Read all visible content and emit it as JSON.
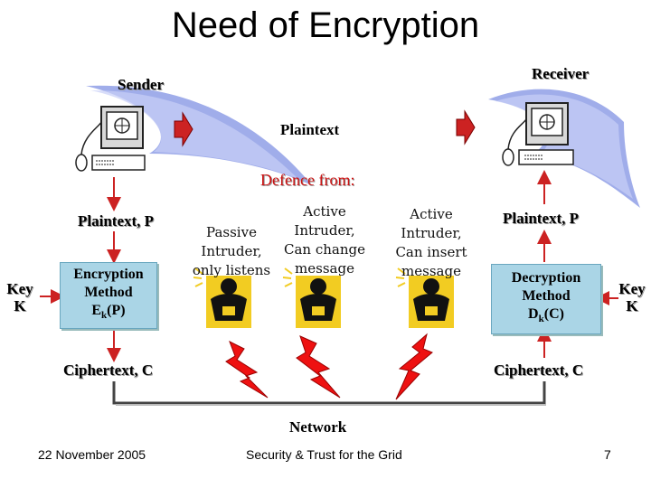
{
  "slide": {
    "title": "Need of Encryption",
    "sender": "Sender",
    "receiver": "Receiver",
    "plaintext_top": "Plaintext",
    "defence": "Defence from:",
    "network": "Network"
  },
  "left": {
    "plaintext": "Plaintext, P",
    "key_line1": "Key",
    "key_line2": "K",
    "method_line1": "Encryption",
    "method_line2": "Method",
    "method_func": "E",
    "method_sub": "k",
    "method_arg": "(P)",
    "ciphertext": "Ciphertext, C"
  },
  "right": {
    "plaintext": "Plaintext, P",
    "key_line1": "Key",
    "key_line2": "K",
    "method_line1": "Decryption",
    "method_line2": "Method",
    "method_func": "D",
    "method_sub": "k",
    "method_arg": "(C)",
    "ciphertext": "Ciphertext, C"
  },
  "intruders": {
    "passive": [
      "Passive",
      "Intruder,",
      "only listens"
    ],
    "active_change": [
      "Active",
      "Intruder,",
      "Can change",
      "message"
    ],
    "active_insert": [
      "Active",
      "Intruder,",
      "Can insert",
      "message"
    ]
  },
  "footer": {
    "date": "22 November 2005",
    "center": "Security & Trust for the Grid",
    "page": "7"
  },
  "colors": {
    "box": "#aad5e6",
    "arrow": "#cc2222",
    "lightning": "#ee1111",
    "intruder": "#f2cc22",
    "network": "#444444"
  }
}
